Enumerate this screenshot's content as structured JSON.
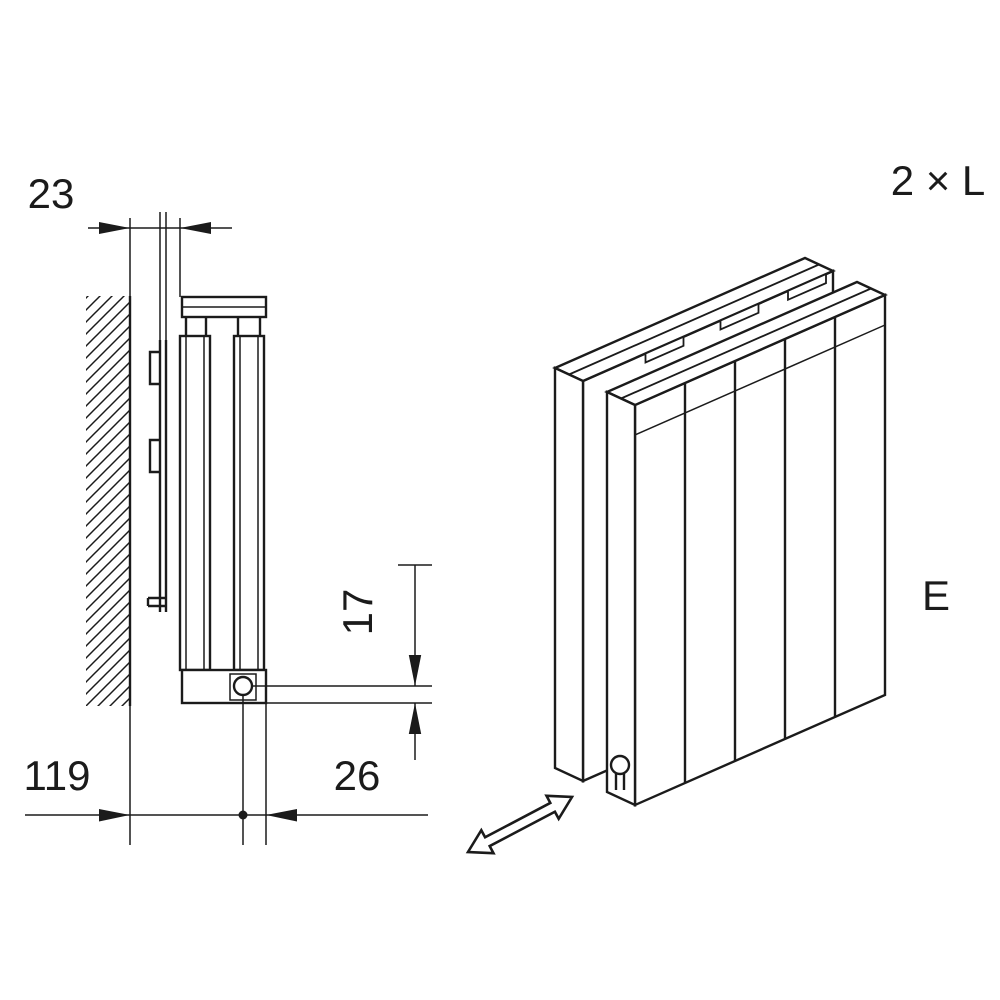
{
  "dimensions": {
    "wall_gap": "23",
    "depth_to_valve": "119",
    "valve_to_front": "26",
    "valve_height": "17"
  },
  "annotations": {
    "variant": "2 × L",
    "height_ref": "E"
  },
  "colors": {
    "line": "#1b1b1b",
    "background": "#ffffff"
  }
}
